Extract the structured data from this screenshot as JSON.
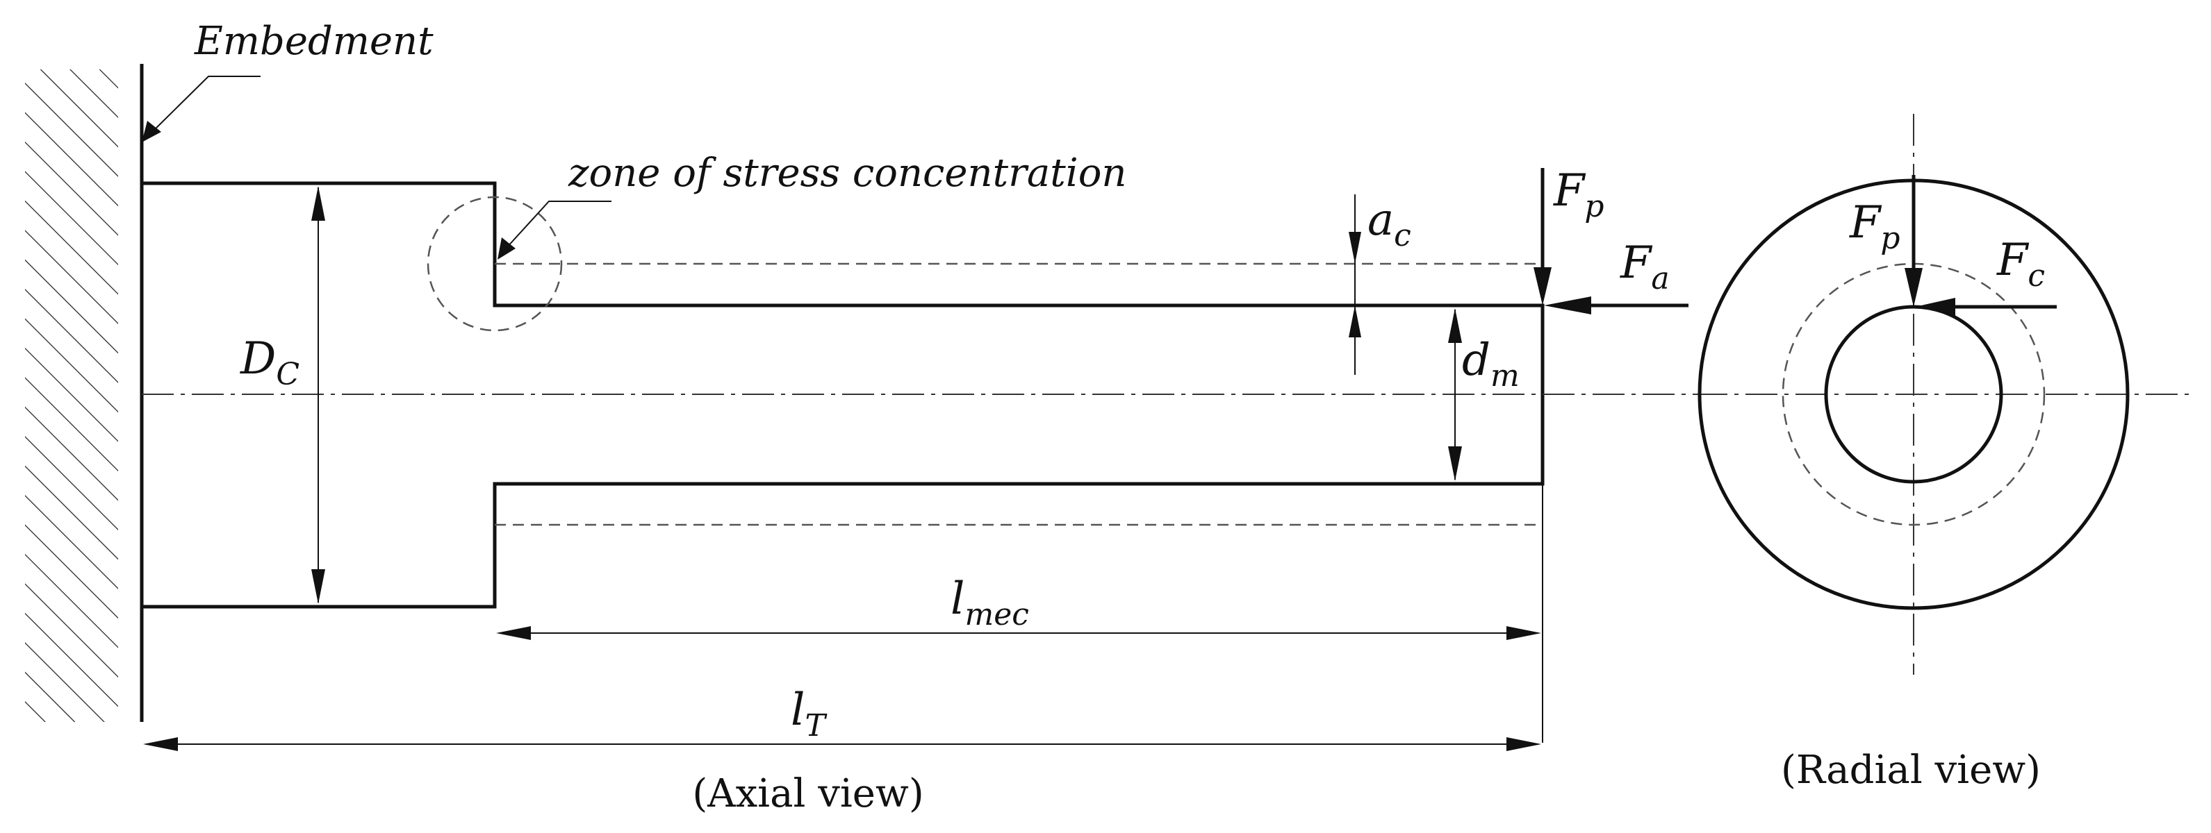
{
  "labels": {
    "embedment": "Embedment",
    "stress_zone": "zone of stress concentration",
    "d_c": {
      "base": "D",
      "sub": "C"
    },
    "d_m": {
      "base": "d",
      "sub": "m"
    },
    "a_c": {
      "base": "a",
      "sub": "c"
    },
    "l_mec": {
      "base": "l",
      "sub": "mec"
    },
    "l_t": {
      "base": "l",
      "sub": "T"
    },
    "f_p_axial": {
      "base": "F",
      "sub": "p"
    },
    "f_a": {
      "base": "F",
      "sub": "a"
    },
    "f_p_radial": {
      "base": "F",
      "sub": "p"
    },
    "f_c": {
      "base": "F",
      "sub": "c"
    },
    "axial_view": "(Axial view)",
    "radial_view": "(Radial view)"
  }
}
